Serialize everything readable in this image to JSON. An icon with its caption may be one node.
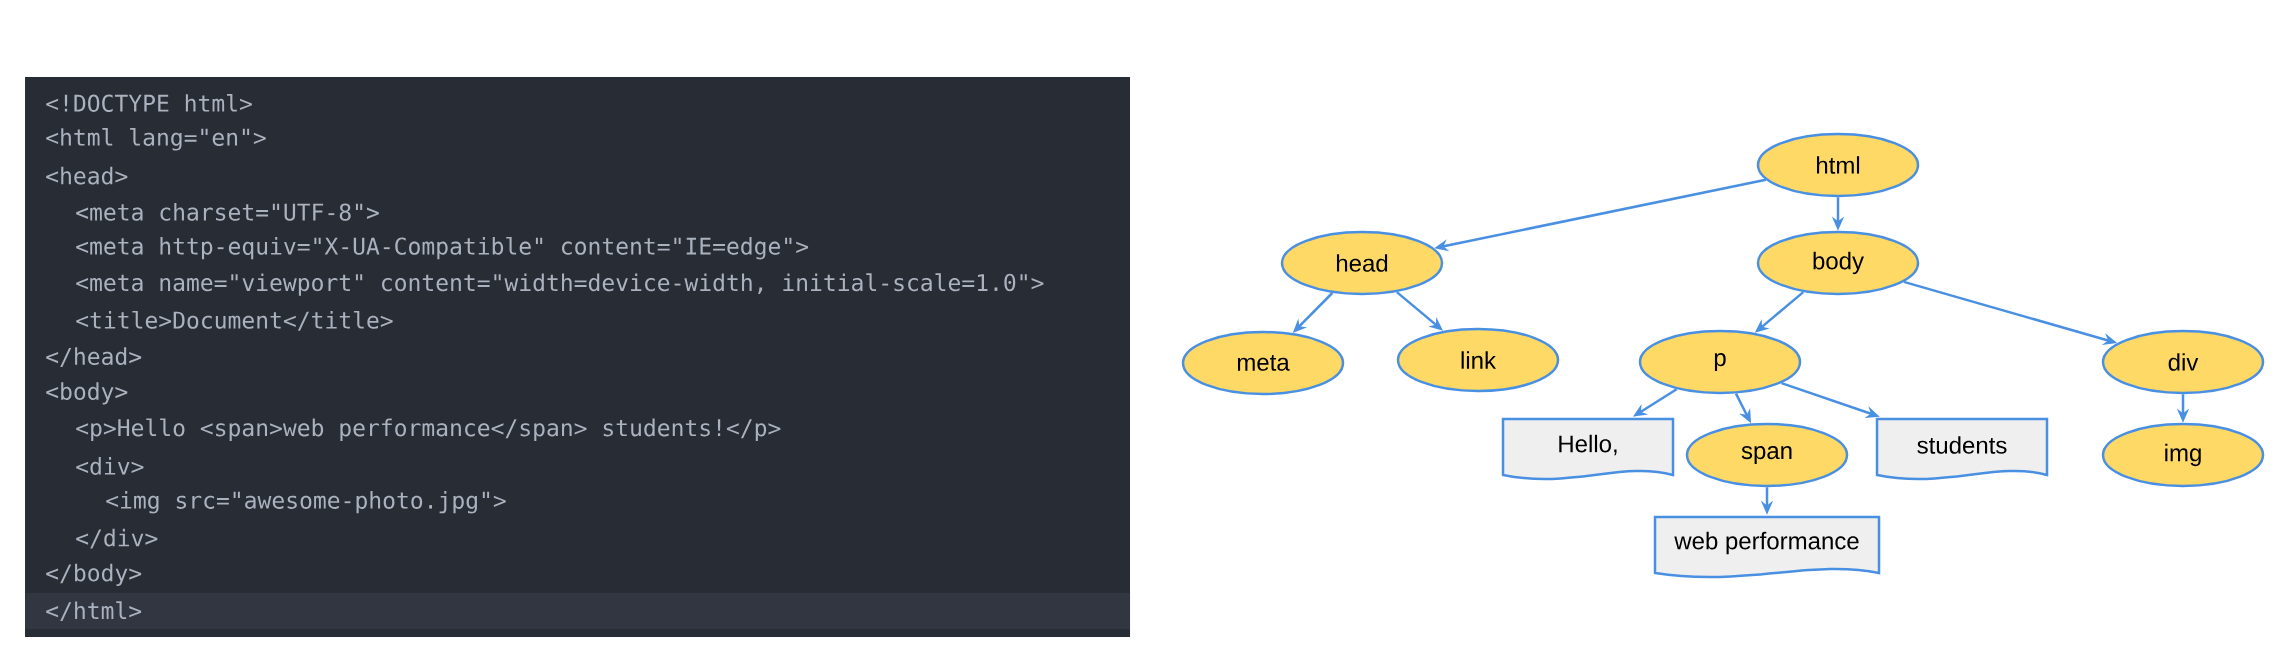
{
  "diagram": {
    "nodes": [
      {
        "text": [
          "html"
        ]
      },
      {
        "text": [
          "head"
        ]
      },
      {
        "text": [
          "body"
        ]
      },
      {
        "text": [
          "meta"
        ]
      },
      {
        "text": [
          "link"
        ]
      },
      {
        "text": [
          "p"
        ]
      },
      {
        "text": [
          "div"
        ]
      },
      {
        "text": [
          "Hello,"
        ]
      },
      {
        "text": [
          "span"
        ]
      },
      {
        "text": [
          "students"
        ]
      },
      {
        "text": [
          "img"
        ]
      },
      {
        "text": [
          "web performance"
        ]
      }
    ],
    "edges": [
      {
        "from": 0,
        "to": 1,
        "arrow": "to"
      },
      {
        "from": 0,
        "to": 2,
        "arrow": "to"
      },
      {
        "from": 1,
        "to": 3,
        "arrow": "to"
      },
      {
        "from": 1,
        "to": 4,
        "arrow": "to"
      },
      {
        "from": 2,
        "to": 5,
        "arrow": "to"
      },
      {
        "from": 2,
        "to": 6,
        "arrow": "to"
      },
      {
        "from": 5,
        "to": 7,
        "arrow": "to"
      },
      {
        "from": 5,
        "to": 8,
        "arrow": "to"
      },
      {
        "from": 5,
        "to": 9,
        "arrow": "to"
      },
      {
        "from": 8,
        "to": 11,
        "arrow": "to"
      },
      {
        "from": 6,
        "to": 10,
        "arrow": "to"
      }
    ],
    "labels": [
      "<!DOCTYPE html>",
      "<html lang=\"en\">",
      "<head>",
      "<meta charset=\"UTF-8\">",
      "<meta http-equiv=\"X-UA-Compatible\" content=\"IE=edge\">",
      "<meta name=\"viewport\" content=\"width=device-width, initial-scale=1.0\">",
      "<title>Document</title>",
      "</head>",
      "<body>",
      "<p>Hello <span>web performance</span> students!</p>",
      "<div>",
      "<img src=\"awesome-photo.jpg\">",
      "</div>",
      "</body>",
      "</html>"
    ]
  }
}
